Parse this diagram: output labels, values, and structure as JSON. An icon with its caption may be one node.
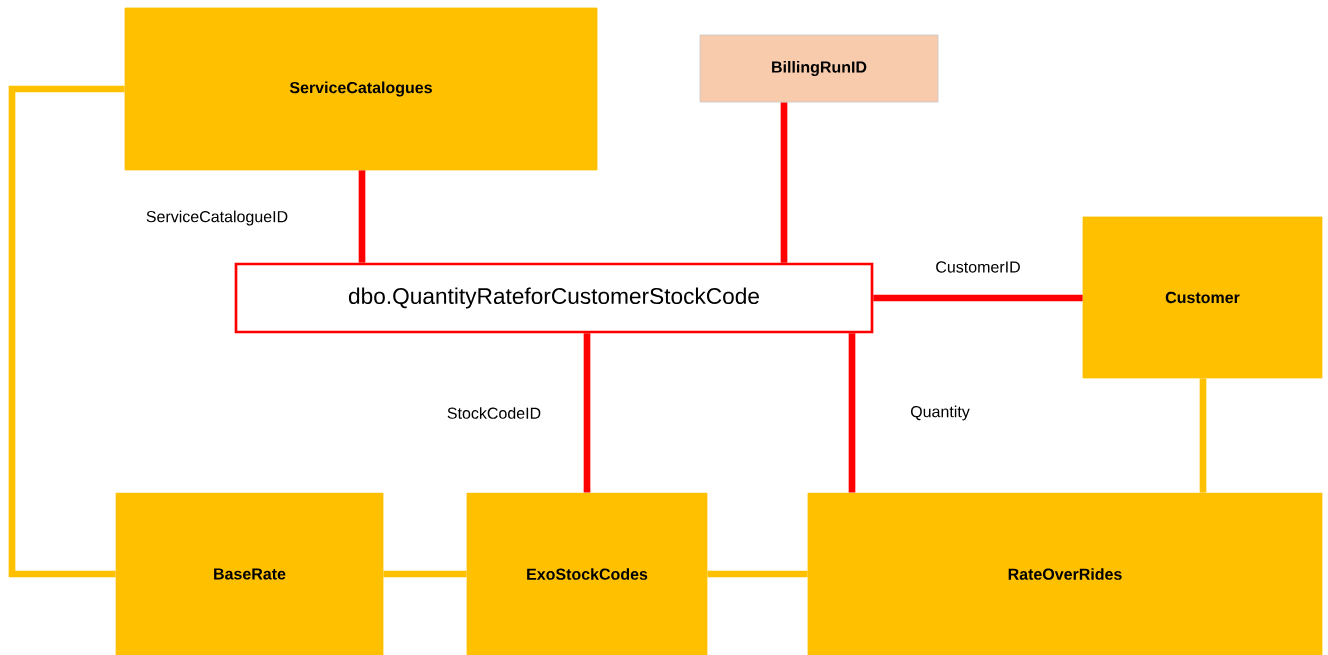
{
  "diagram": {
    "nodes": [
      {
        "text": [
          "ServiceCatalogues"
        ]
      },
      {
        "text": [
          "BillingRunID"
        ]
      },
      {
        "text": [
          "dbo.QuantityRateforCustomerStockCode"
        ]
      },
      {
        "text": [
          "Customer"
        ]
      },
      {
        "text": [
          "BaseRate"
        ]
      },
      {
        "text": [
          "ExoStockCodes"
        ]
      },
      {
        "text": [
          "RateOverRides"
        ]
      }
    ],
    "edges": [
      {
        "from": 0,
        "to": 2,
        "arrow": "none",
        "label": "ServiceCatalogueID"
      },
      {
        "from": 1,
        "to": 2,
        "arrow": "none"
      },
      {
        "from": 2,
        "to": 3,
        "arrow": "none",
        "label": "CustomerID"
      },
      {
        "from": 2,
        "to": 5,
        "arrow": "none",
        "label": "StockCodeID"
      },
      {
        "from": 2,
        "to": 6,
        "arrow": "none",
        "label": "Quantity"
      },
      {
        "from": 0,
        "to": 4,
        "arrow": "none",
        "color": "#ffc000"
      },
      {
        "from": 4,
        "to": 5,
        "arrow": "none",
        "color": "#ffc000"
      },
      {
        "from": 5,
        "to": 6,
        "arrow": "none",
        "color": "#ffc000"
      },
      {
        "from": 3,
        "to": 6,
        "arrow": "none",
        "color": "#ffc000"
      }
    ]
  }
}
